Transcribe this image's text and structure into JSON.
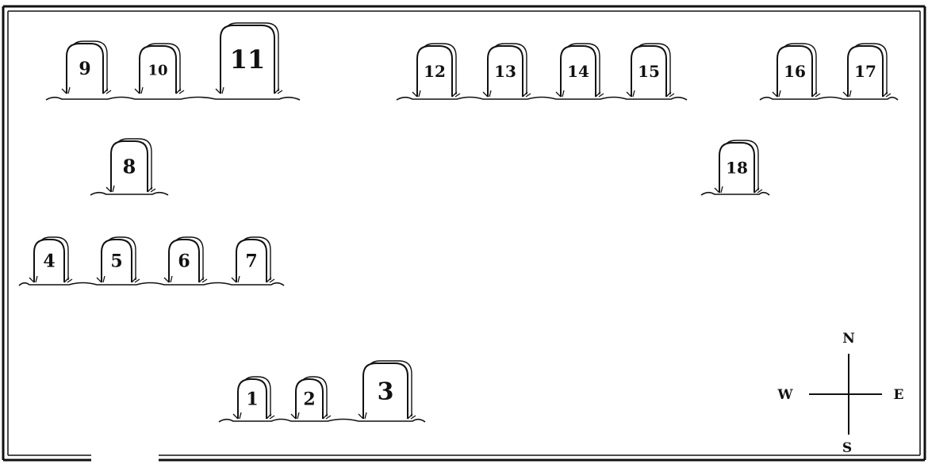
{
  "tombstones": [
    {
      "label": "1"
    },
    {
      "label": "2"
    },
    {
      "label": "3"
    },
    {
      "label": "4"
    },
    {
      "label": "5"
    },
    {
      "label": "6"
    },
    {
      "label": "7"
    },
    {
      "label": "8"
    },
    {
      "label": "9"
    },
    {
      "label": "10"
    },
    {
      "label": "11"
    },
    {
      "label": "12"
    },
    {
      "label": "13"
    },
    {
      "label": "14"
    },
    {
      "label": "15"
    },
    {
      "label": "16"
    },
    {
      "label": "17"
    },
    {
      "label": "18"
    }
  ],
  "compass": {
    "north": "N",
    "south": "S",
    "east": "E",
    "west": "W"
  },
  "colors": {
    "ink": "#111111",
    "background": "#ffffff"
  }
}
